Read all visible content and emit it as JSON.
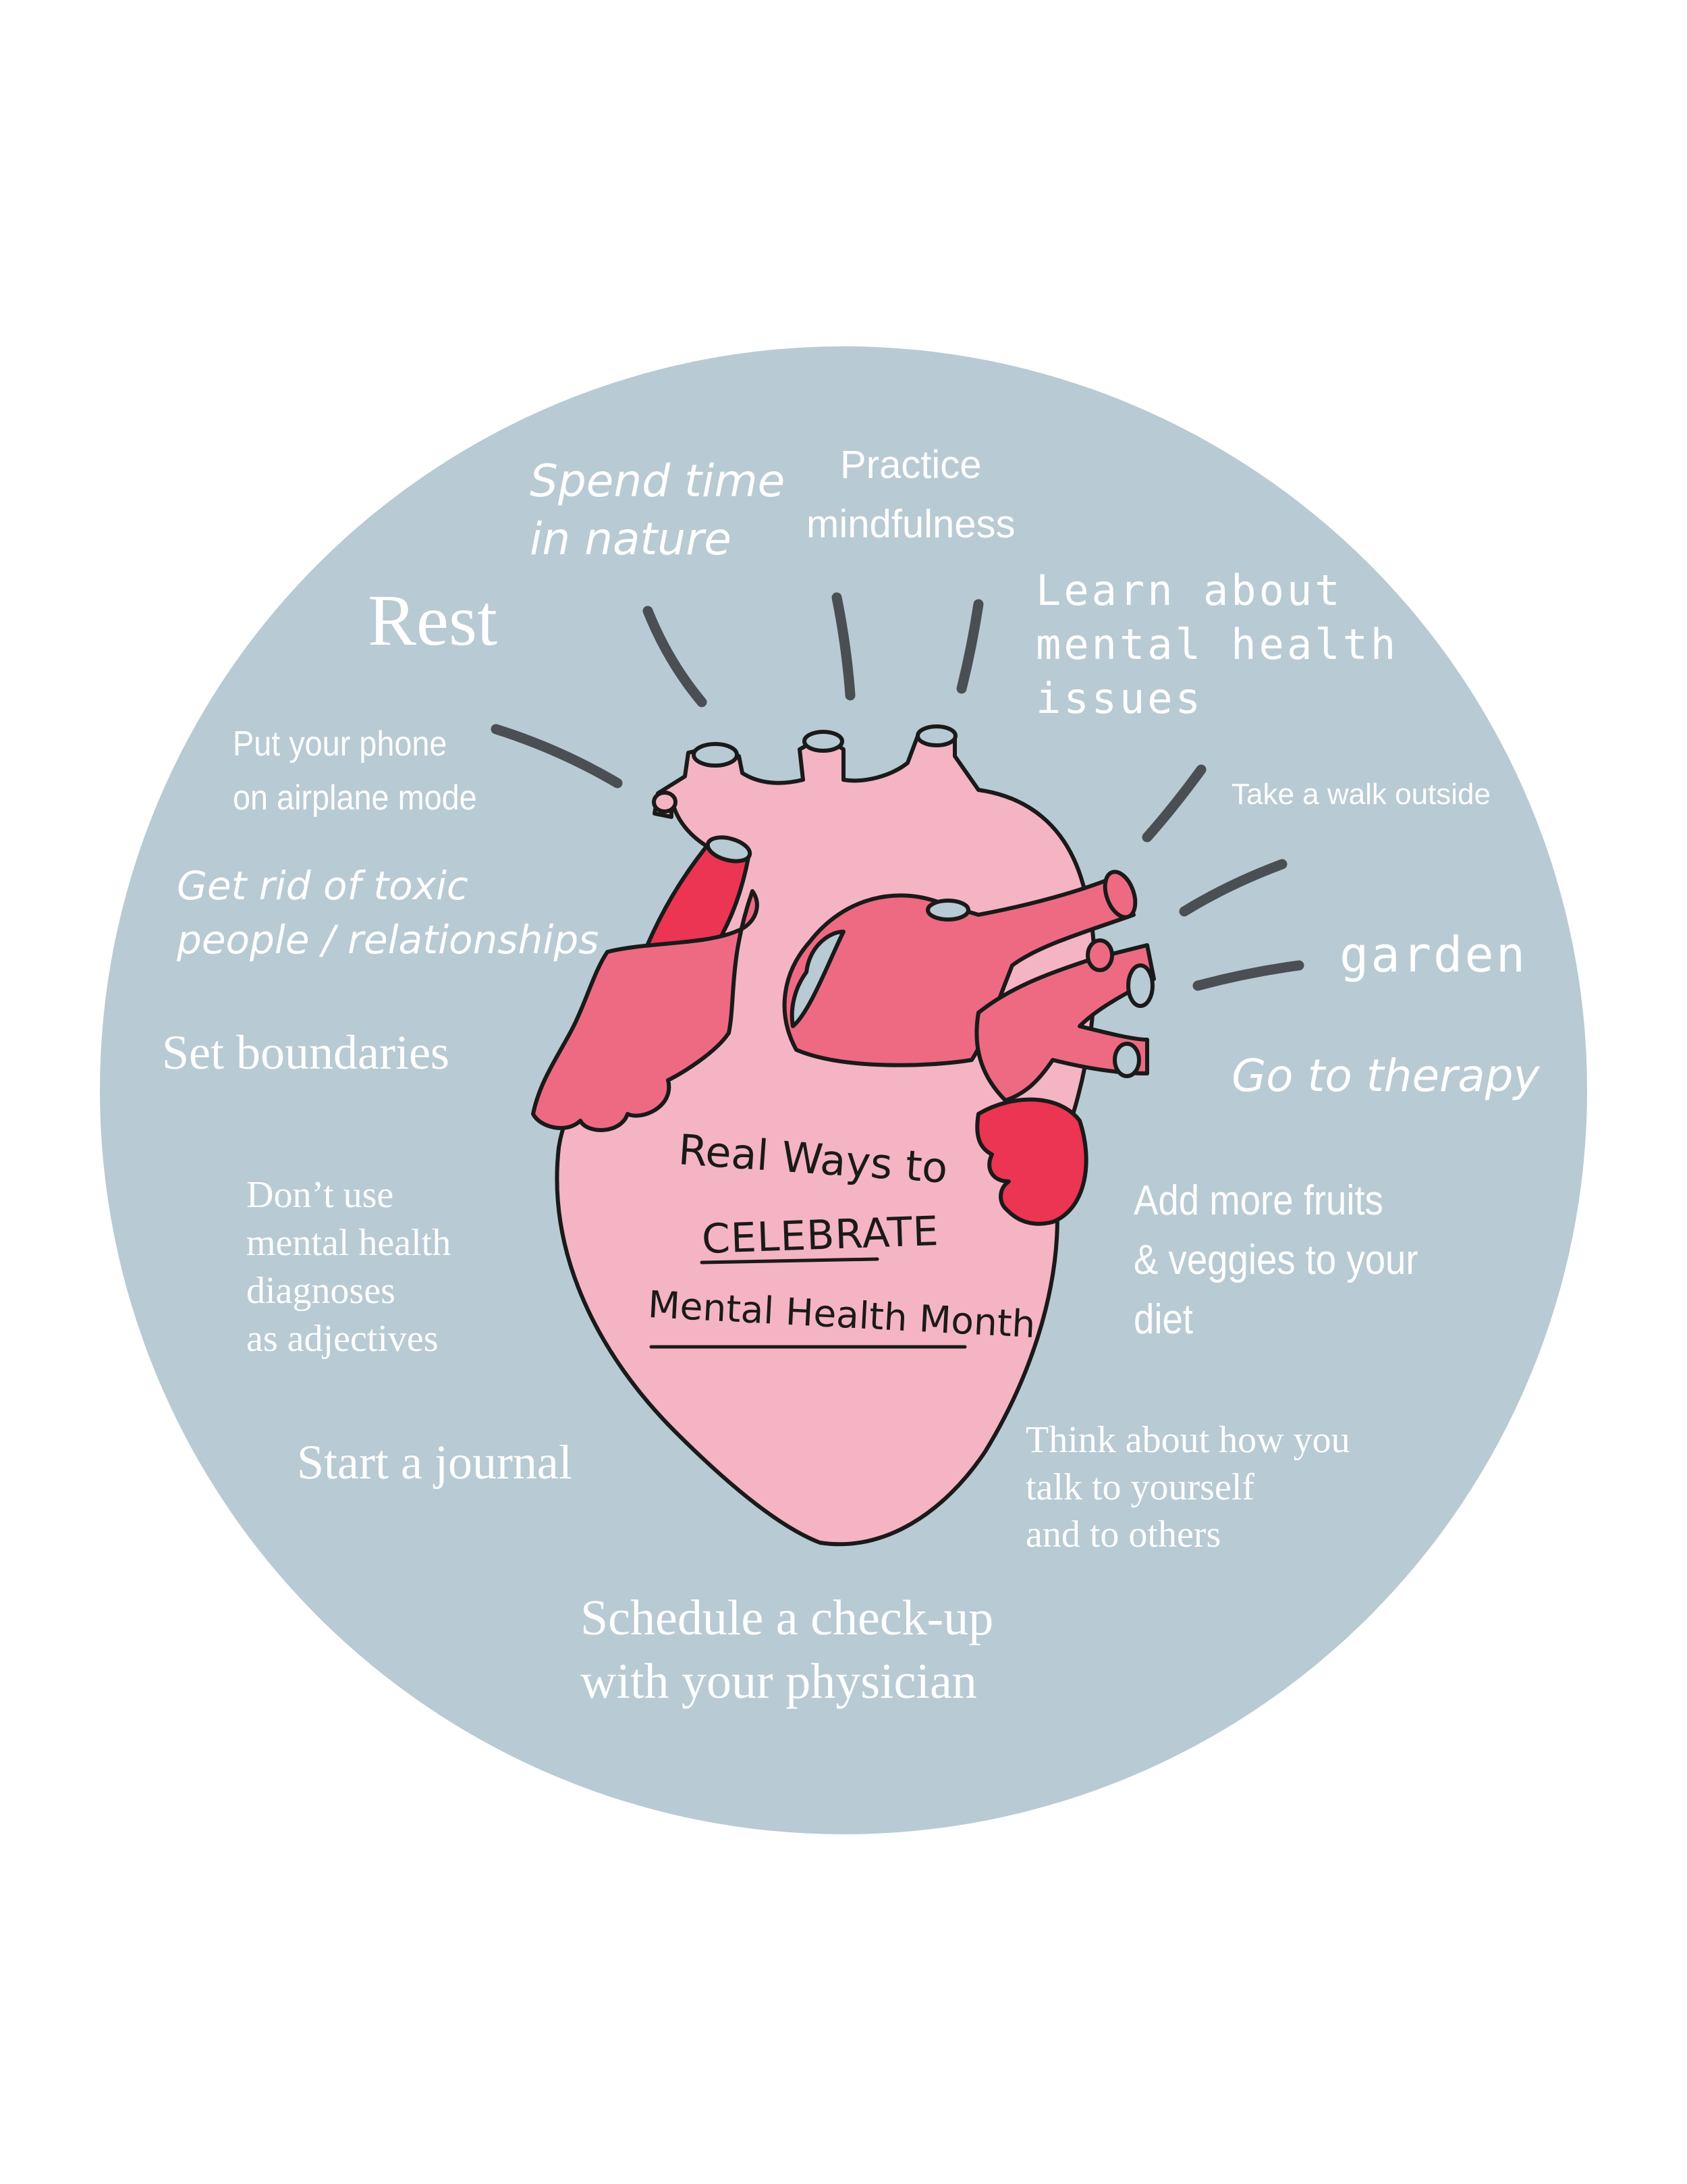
{
  "title": {
    "line1": "Real Ways to",
    "line2": "CELEBRATE",
    "line3": "Mental Health Month"
  },
  "colors": {
    "circle": "#b8cad3",
    "heart_body": "#f5b4c3",
    "vessel": "#ee6a82",
    "accent_red": "#ec3453",
    "outline": "#1a1a1a",
    "rays": "#4a4f53",
    "label_text": "#ffffff"
  },
  "suggestions": {
    "nature": [
      "Spend time",
      "in nature"
    ],
    "mindfulness": [
      "Practice",
      "mindfulness"
    ],
    "learn": [
      "Learn about",
      "mental health",
      "issues"
    ],
    "rest": "Rest",
    "phone": [
      "Put your phone",
      "on airplane mode"
    ],
    "walk": "Take a walk outside",
    "toxic": [
      "Get rid of toxic",
      "people / relationships"
    ],
    "garden": "garden",
    "boundaries": "Set boundaries",
    "therapy": "Go to therapy",
    "diagnoses": [
      "Don’t use",
      "mental health",
      "diagnoses",
      "as adjectives"
    ],
    "fruits": [
      "Add more fruits",
      "& veggies to your",
      "diet"
    ],
    "journal": "Start a journal",
    "selftalk": [
      "Think about how you",
      "talk to yourself",
      "and to others"
    ],
    "checkup": [
      "Schedule a check-up",
      "with your physician"
    ]
  }
}
